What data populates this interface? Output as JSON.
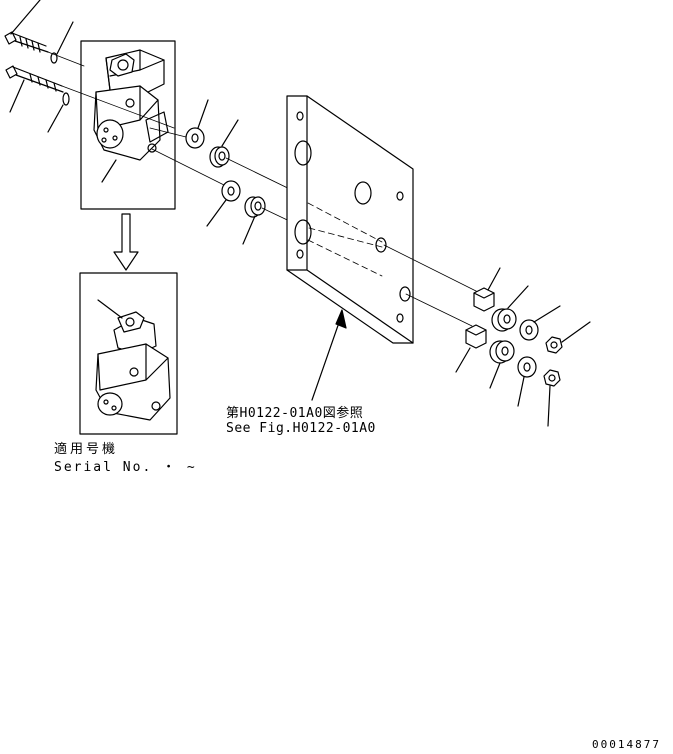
{
  "reference": {
    "line_ja": "第H0122-01A0図参照",
    "line_en": "See Fig.H0122-01A0"
  },
  "applicability": {
    "label_ja": "適用号機",
    "serial": "Serial No.  ・ ~"
  },
  "document_id": "00014877"
}
